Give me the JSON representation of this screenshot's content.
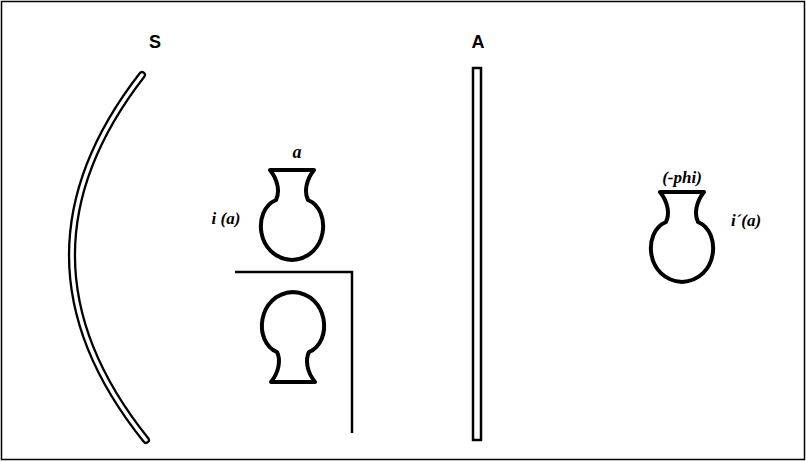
{
  "diagram": {
    "labels": [
      "S",
      "A",
      "a",
      "i (a)",
      "(-phi)",
      "i´(a)"
    ]
  }
}
